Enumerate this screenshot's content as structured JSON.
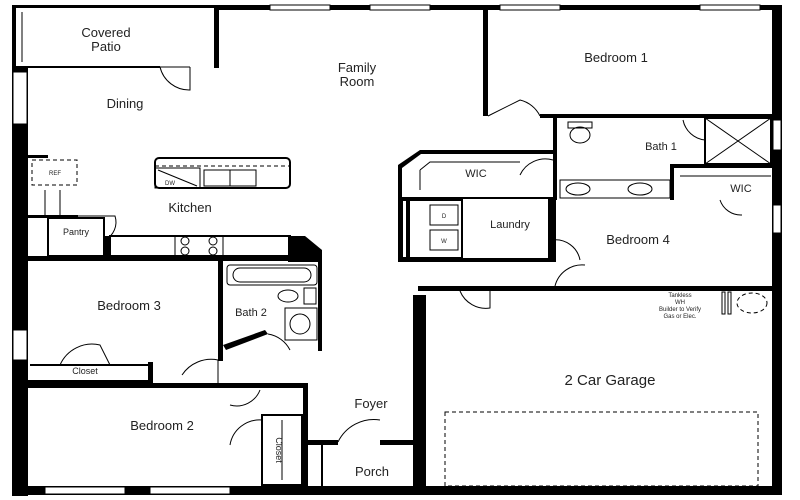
{
  "rooms": {
    "covered_patio_1": "Covered",
    "covered_patio_2": "Patio",
    "dining": "Dining",
    "family_room_1": "Family",
    "family_room_2": "Room",
    "bedroom1": "Bedroom 1",
    "bath1": "Bath 1",
    "wic1": "WIC",
    "wic2": "WIC",
    "kitchen": "Kitchen",
    "pantry": "Pantry",
    "laundry": "Laundry",
    "bedroom4": "Bedroom 4",
    "bedroom3": "Bedroom 3",
    "bath2": "Bath 2",
    "closet": "Closet",
    "closet2": "Closet",
    "bedroom2": "Bedroom 2",
    "foyer": "Foyer",
    "porch": "Porch",
    "garage": "2 Car Garage"
  },
  "fixtures": {
    "ref": "REF",
    "dw": "DW",
    "washer": "W",
    "dryer": "D",
    "water_heater_note": [
      "Tankless",
      "WH",
      "Builder to Verify",
      "Gas or Elec."
    ]
  }
}
